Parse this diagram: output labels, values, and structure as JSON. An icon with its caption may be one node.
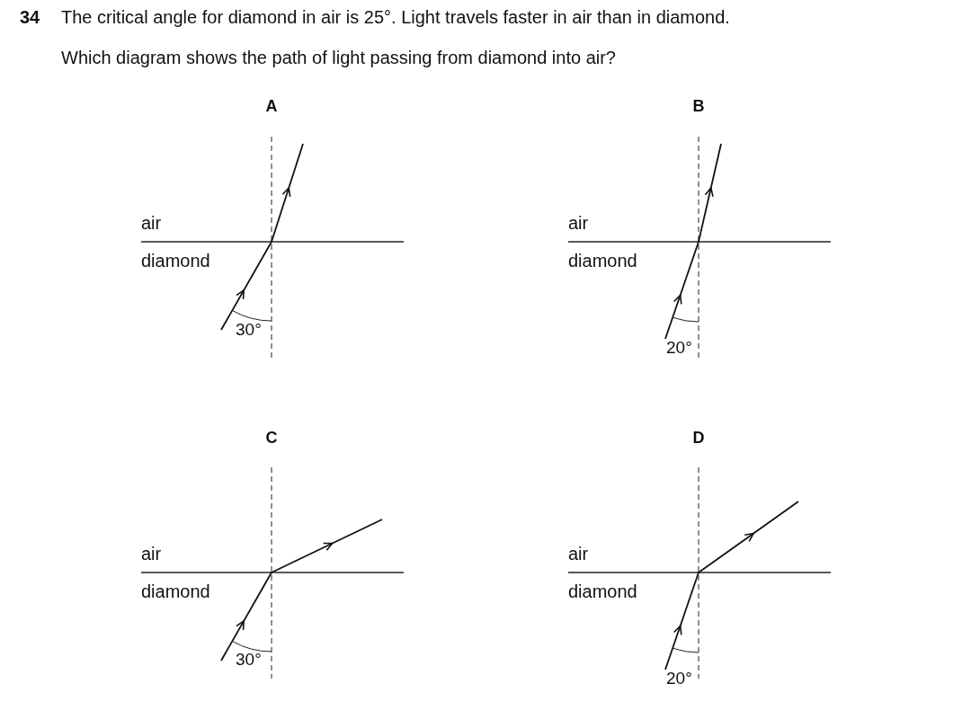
{
  "diagram": {
    "labels": [
      "34",
      "The critical angle for diamond in air is 25°. Light travels faster in air than in diamond.",
      "Which diagram shows the path of light passing from diamond into air?",
      "A",
      "B",
      "air",
      "air",
      "diamond",
      "diamond",
      "30°",
      "20°",
      "C",
      "D",
      "air",
      "air",
      "diamond",
      "diamond",
      "30°",
      "20°"
    ]
  }
}
